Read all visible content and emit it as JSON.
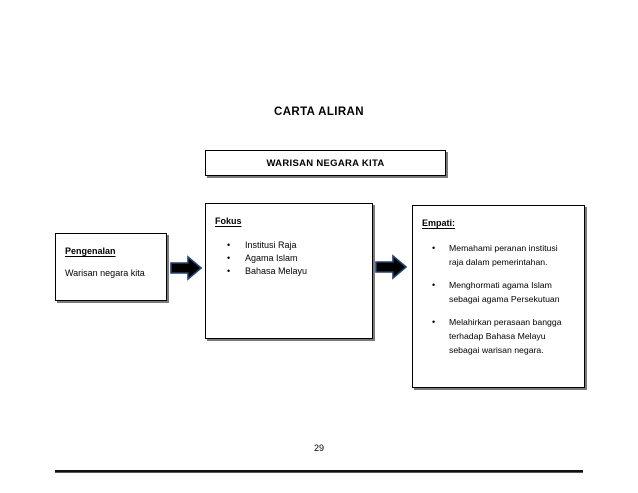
{
  "document": {
    "title": "CARTA ALIRAN",
    "page_number": "29"
  },
  "banner": {
    "label": "WARISAN NEGARA KITA"
  },
  "flow": {
    "boxes": [
      {
        "id": "pengenalan",
        "heading": "Pengenalan",
        "body": "Warisan negara kita",
        "bullets": []
      },
      {
        "id": "fokus",
        "heading": "Fokus",
        "body": "",
        "bullets": [
          "Institusi  Raja",
          " Agama Islam",
          "Bahasa Melayu"
        ]
      },
      {
        "id": "empati",
        "heading": "Empati:",
        "body": "",
        "bullets": [
          "Memahami peranan institusi raja dalam pemerintahan.",
          "Menghormati agama Islam sebagai agama Persekutuan",
          "Melahirkan perasaan bangga terhadap Bahasa Melayu sebagai warisan negara."
        ]
      }
    ],
    "arrows": [
      {
        "id": "arrow-pengenalan-to-fokus",
        "icon": "right-block-arrow-icon"
      },
      {
        "id": "arrow-fokus-to-empati",
        "icon": "right-block-arrow-icon"
      }
    ]
  },
  "colors": {
    "arrow_fill": "#000000",
    "arrow_edge": "#24406b",
    "box_border": "#000000",
    "box_shadow": "#7a7a7a",
    "text": "#000000",
    "background": "#ffffff"
  }
}
